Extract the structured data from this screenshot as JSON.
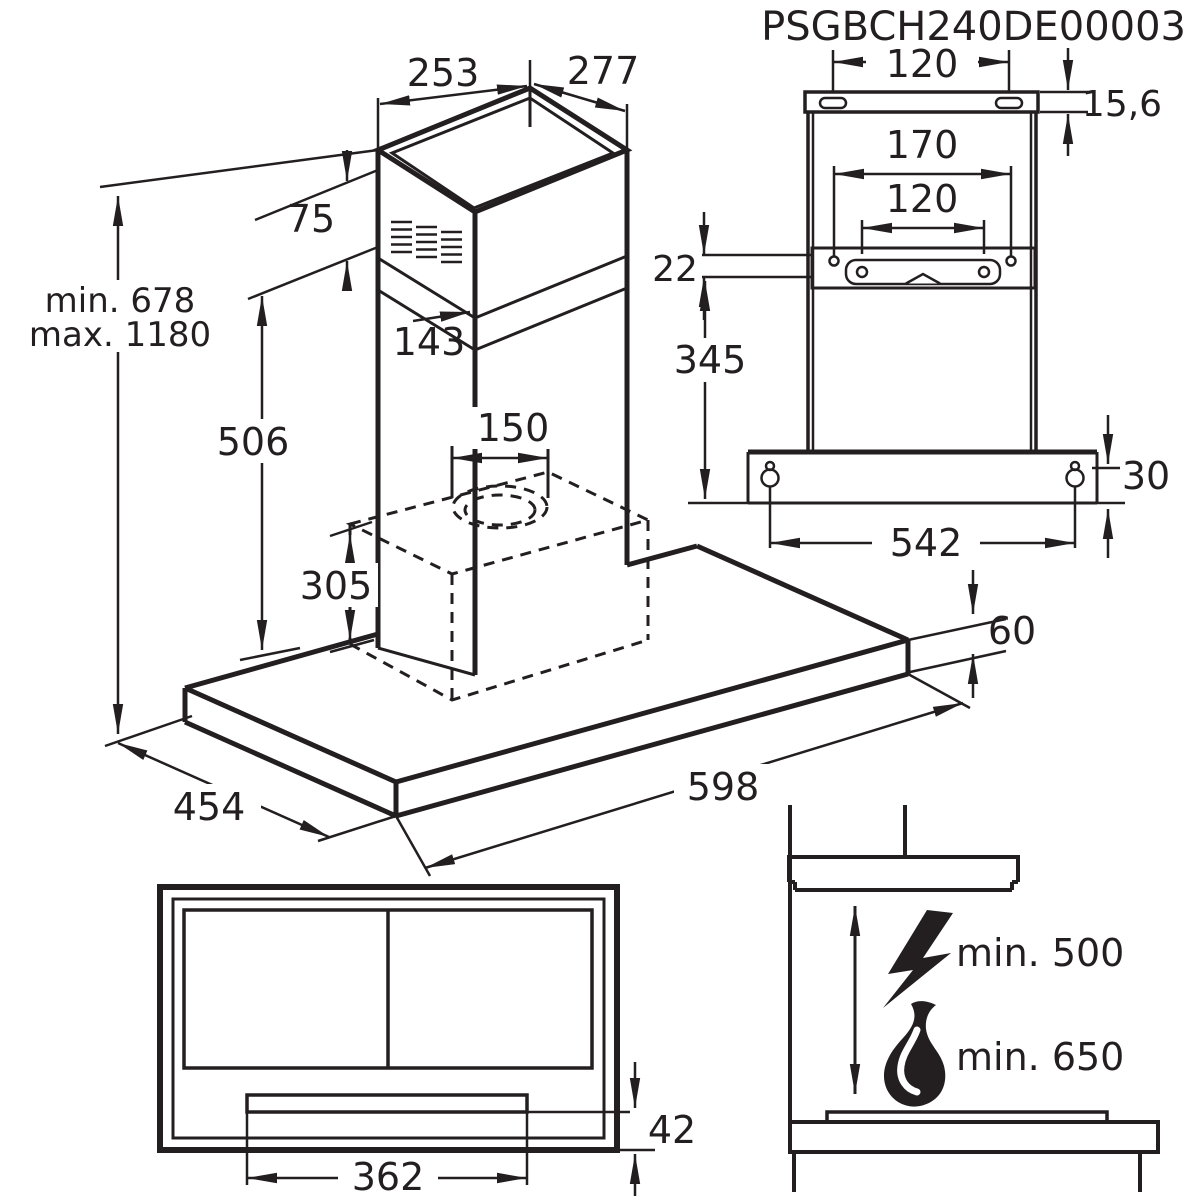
{
  "header": {
    "part_code": "PSGBCH240DE00003"
  },
  "iso": {
    "d253": "253",
    "d277": "277",
    "d75": "75",
    "d143": "143",
    "d150": "150",
    "d506": "506",
    "d305": "305",
    "dmin": "min. 678",
    "dmax": "max. 1180",
    "d454": "454",
    "d598": "598",
    "d60": "60"
  },
  "rear": {
    "d120_top": "120",
    "d156": "15,6",
    "d170": "170",
    "d120_inner": "120",
    "d22": "22",
    "d345": "345",
    "d30": "30",
    "d542": "542"
  },
  "bottom": {
    "d362": "362",
    "d42": "42"
  },
  "install": {
    "electric": "min. 500",
    "gas": "min. 650",
    "icons": {
      "electric": "lightning-bolt-icon",
      "gas": "flame-icon"
    }
  },
  "colors": {
    "line": "#231f20",
    "background": "#ffffff"
  }
}
